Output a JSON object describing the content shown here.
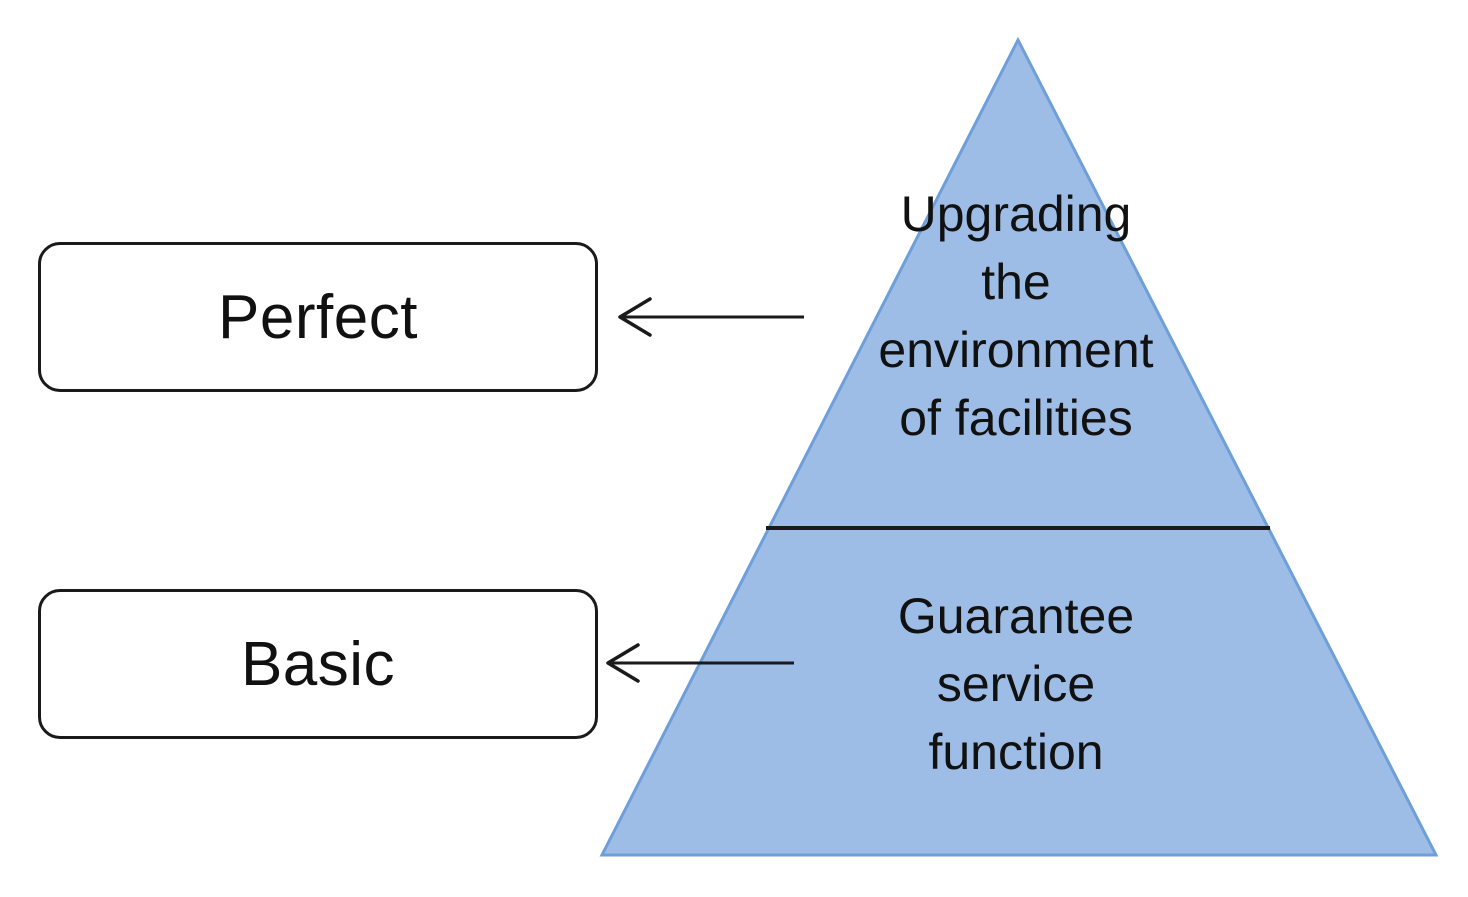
{
  "colors": {
    "pyramid_fill": "#9dbde6",
    "pyramid_stroke": "#6f9fd9",
    "line": "#1a1a1a"
  },
  "left_labels": {
    "top": "Perfect",
    "bottom": "Basic"
  },
  "pyramid": {
    "top_level_lines": [
      "Upgrading",
      "the",
      "environment",
      "of facilities"
    ],
    "bottom_level_lines": [
      "Guarantee",
      "service",
      "function"
    ]
  }
}
